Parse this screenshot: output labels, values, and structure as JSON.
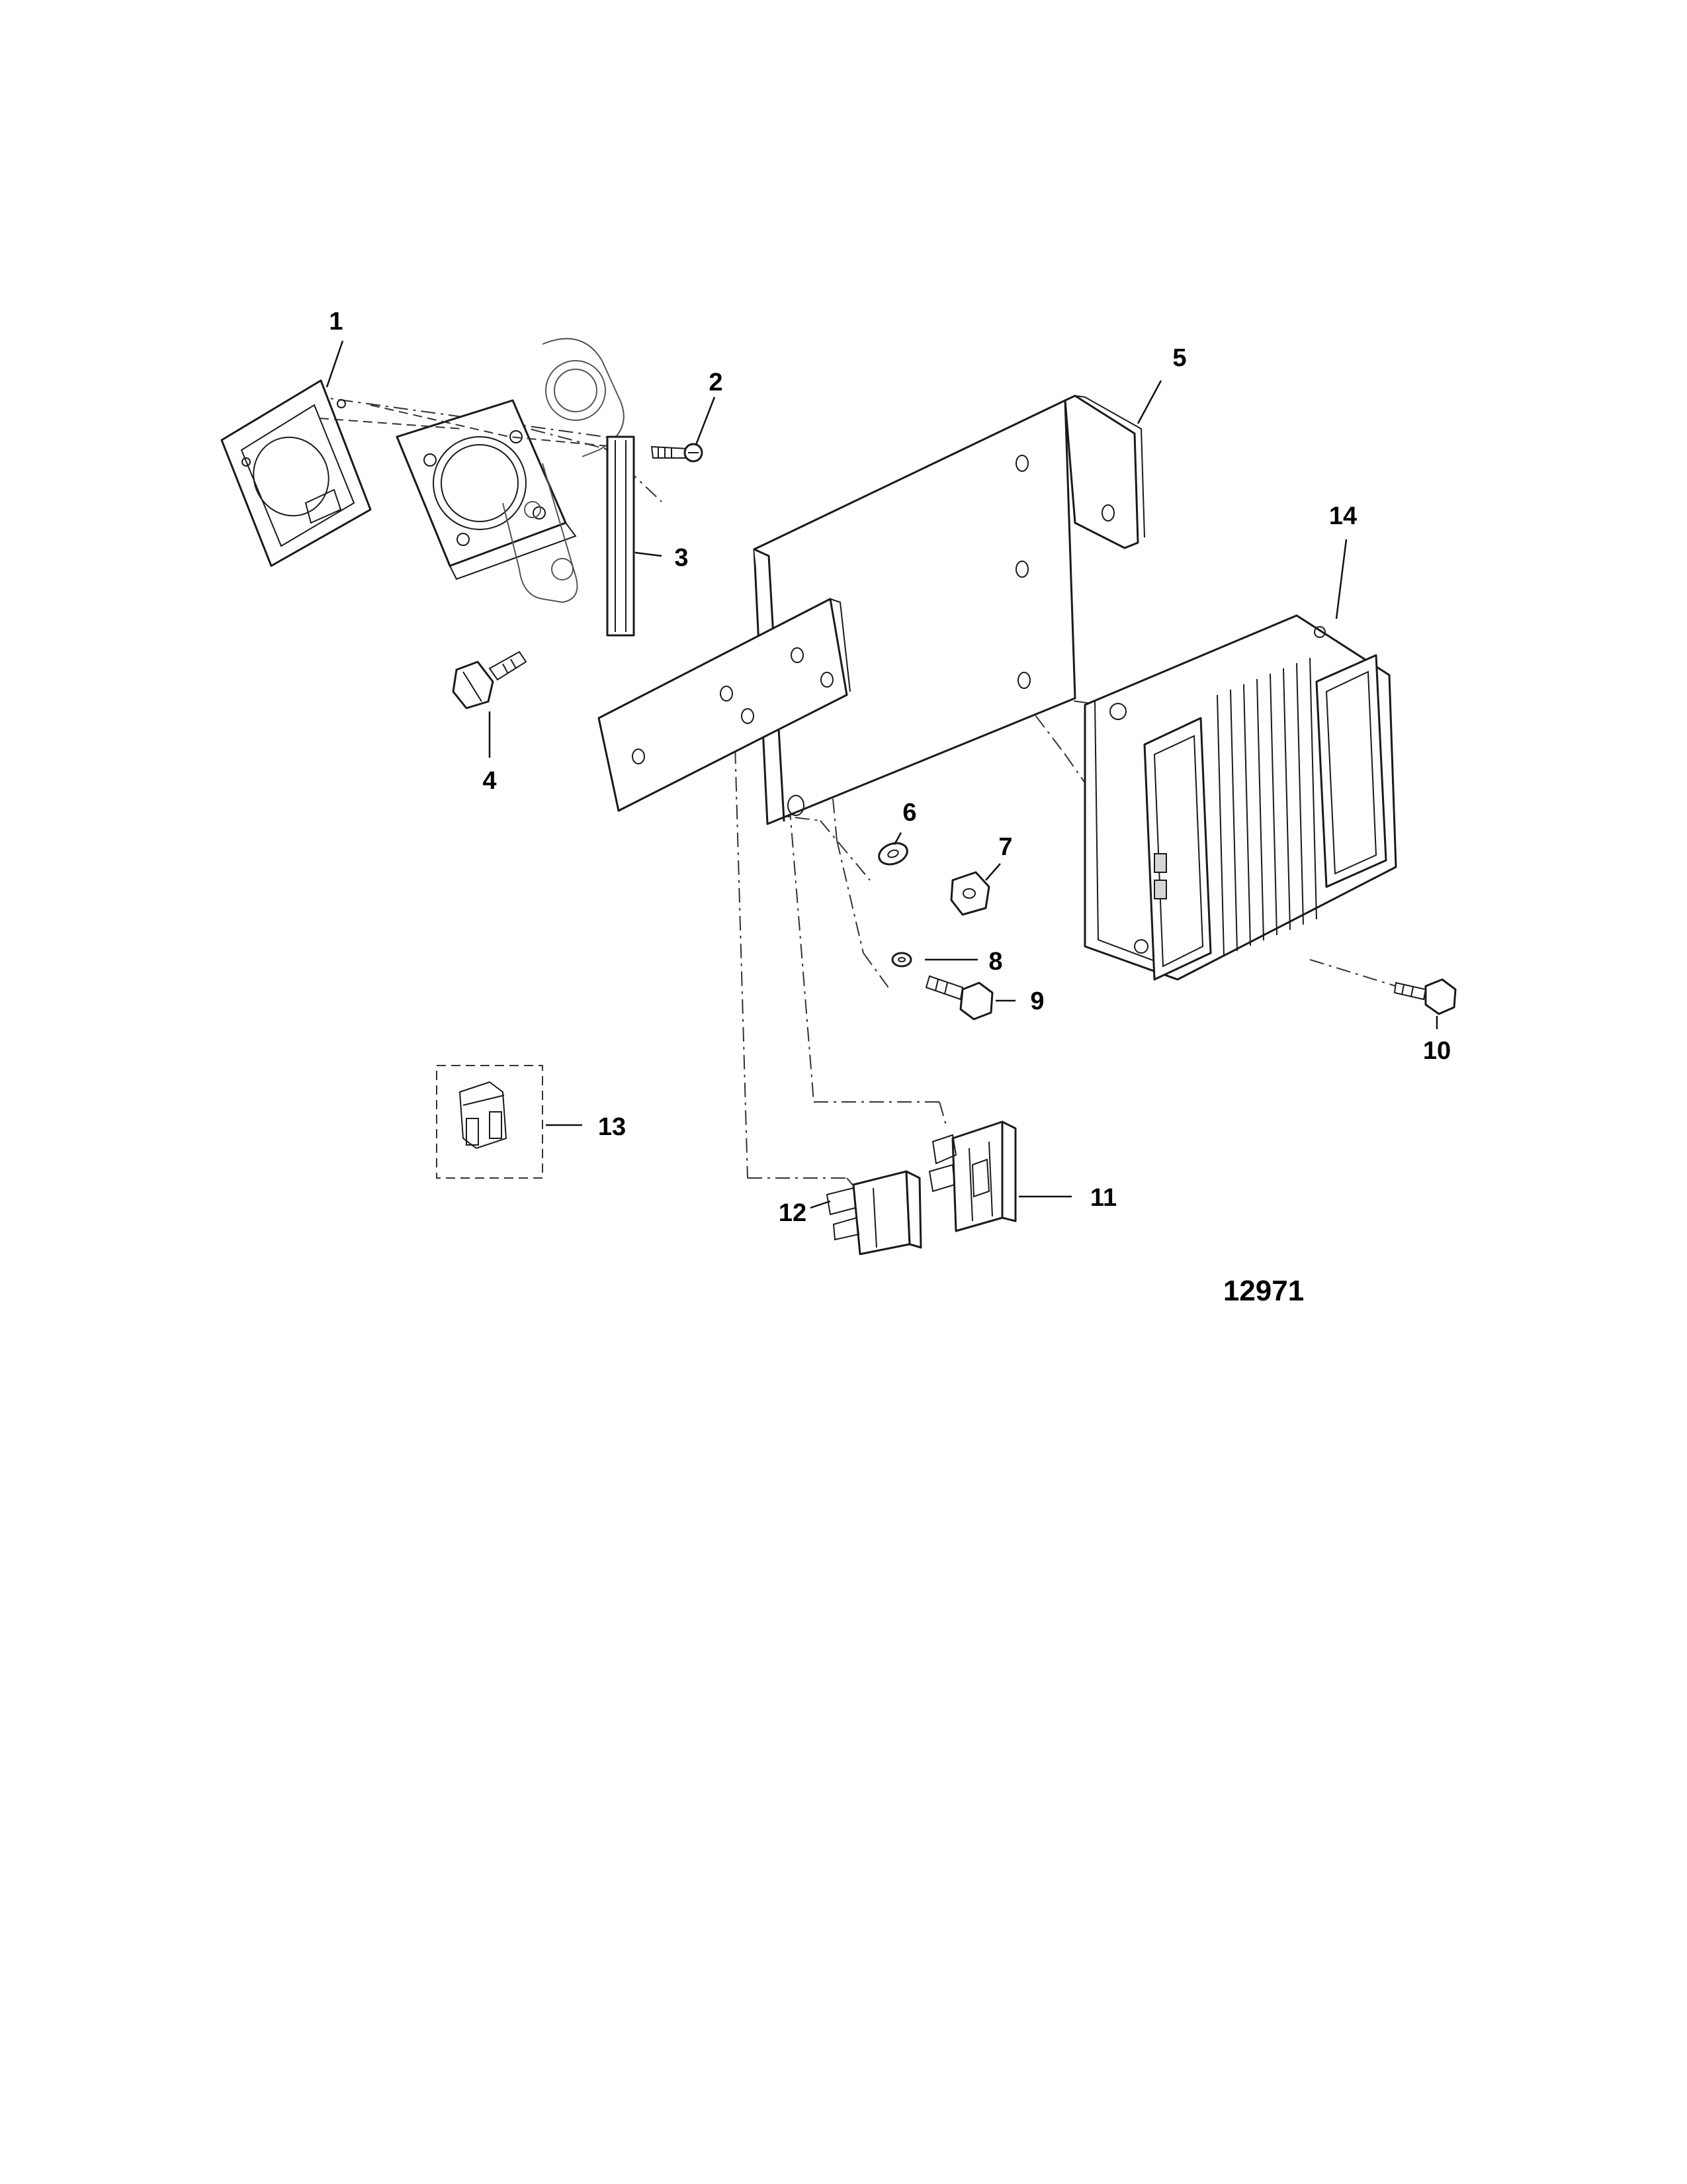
{
  "figure_number": "12971",
  "callouts": [
    "1",
    "2",
    "3",
    "4",
    "5",
    "6",
    "7",
    "8",
    "9",
    "10",
    "11",
    "12",
    "13",
    "14"
  ]
}
